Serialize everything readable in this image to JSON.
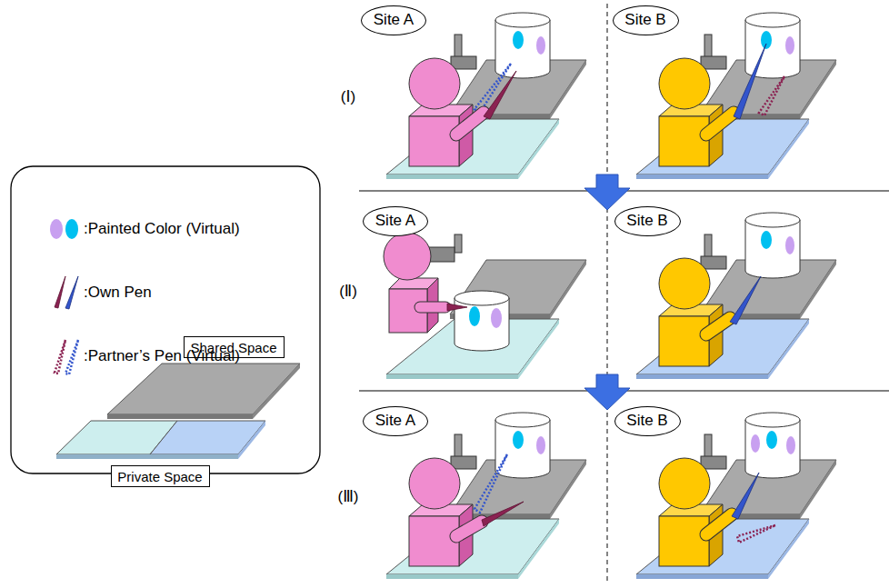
{
  "diagram": {
    "nodes": [
      {
        "text": [
          "Site A"
        ]
      },
      {
        "text": [
          "Site B"
        ]
      },
      {
        "text": [
          "Site A"
        ]
      },
      {
        "text": [
          "Site B"
        ]
      },
      {
        "text": [
          "Site A"
        ]
      },
      {
        "text": [
          "Site B"
        ]
      },
      {
        "text": [
          "Shared Space"
        ]
      },
      {
        "text": [
          "Private Space"
        ]
      }
    ],
    "labels": [
      "(Ⅰ)",
      "(Ⅱ)",
      "(Ⅲ)"
    ],
    "legend": [
      {
        "text": ":Painted Color (Virtual)"
      },
      {
        "text": ":Own Pen"
      },
      {
        "text": ":Partner’s Pen (Virtual)"
      }
    ]
  }
}
